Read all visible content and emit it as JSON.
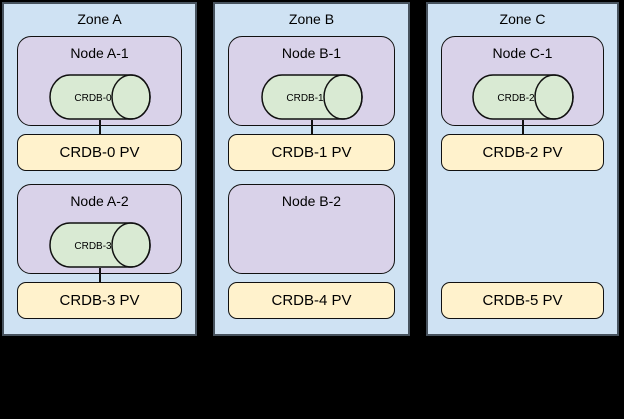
{
  "diagram": {
    "description_colors": {
      "zone_fill": "#cfe2f3",
      "zone_border": "#47525d",
      "node_fill": "#d9d2e9",
      "pod_cylinder_fill": "#d9ead3",
      "pv_fill": "#fff2cc",
      "shape_border": "#111111",
      "text": "#000000",
      "canvas_background": "#000000"
    }
  },
  "zones": [
    {
      "title": "Zone A",
      "nodes": [
        {
          "label": "Node A-1",
          "pod": "CRDB-0",
          "pv": "CRDB-0 PV"
        },
        {
          "label": "Node A-2",
          "pod": "CRDB-3",
          "pv": "CRDB-3 PV"
        }
      ]
    },
    {
      "title": "Zone B",
      "nodes": [
        {
          "label": "Node B-1",
          "pod": "CRDB-1",
          "pv": "CRDB-1 PV"
        },
        {
          "label": "Node B-2",
          "pv": "CRDB-4 PV"
        }
      ]
    },
    {
      "title": "Zone C",
      "nodes": [
        {
          "label": "Node C-1",
          "pod": "CRDB-2",
          "pv": "CRDB-2 PV"
        },
        {
          "pv": "CRDB-5 PV"
        }
      ]
    }
  ]
}
